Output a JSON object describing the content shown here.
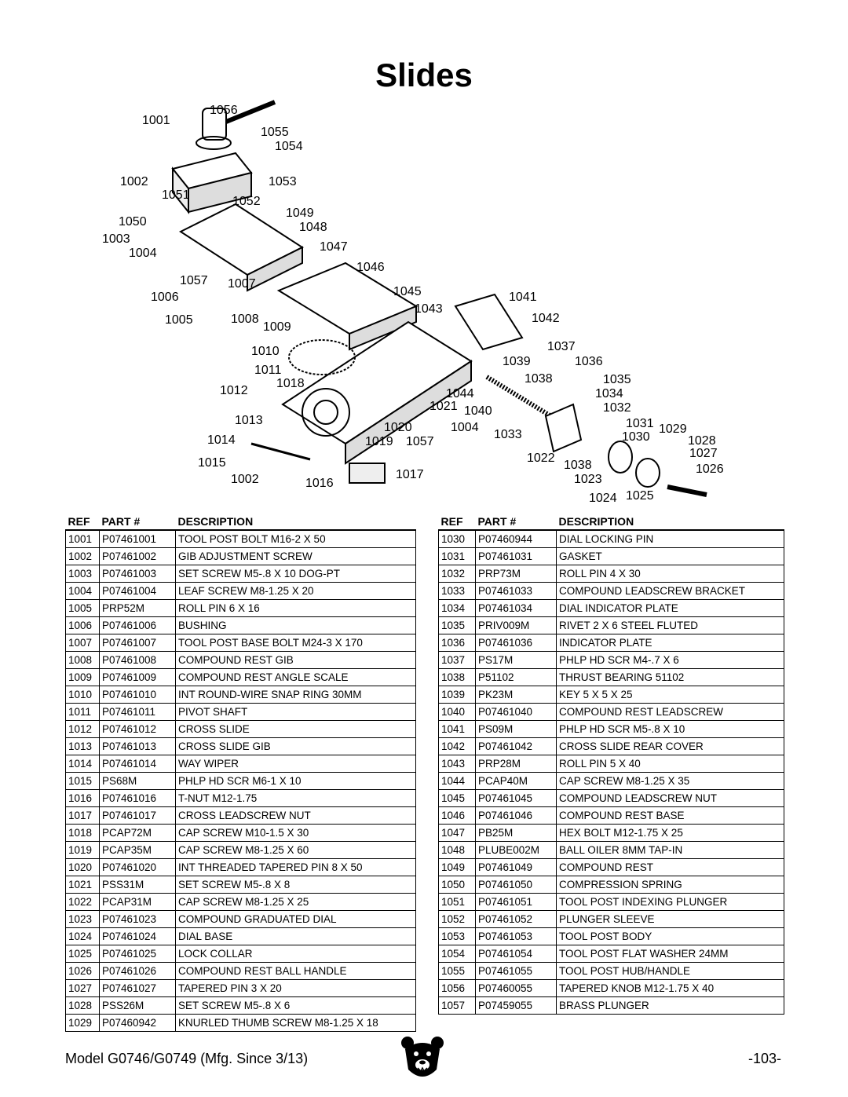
{
  "page_title": "Slides",
  "callouts": [
    "1056",
    "1001",
    "1055",
    "1054",
    "1002",
    "1053",
    "1051",
    "1052",
    "1050",
    "1049",
    "1048",
    "1003",
    "1004",
    "1047",
    "1046",
    "1057",
    "1007",
    "1006",
    "1045",
    "1041",
    "1043",
    "1005",
    "1008",
    "1009",
    "1042",
    "1037",
    "1010",
    "1039",
    "1036",
    "1011",
    "1038",
    "1035",
    "1018",
    "1012",
    "1044",
    "1034",
    "1021",
    "1040",
    "1032",
    "1013",
    "1020",
    "1004",
    "1031",
    "1029",
    "1033",
    "1030",
    "1028",
    "1014",
    "1019",
    "1057",
    "1027",
    "1022",
    "1038",
    "1026",
    "1015",
    "1017",
    "1002",
    "1016",
    "1023",
    "1024",
    "1025"
  ],
  "table_headers": {
    "ref": "REF",
    "part": "PART #",
    "desc": "DESCRIPTION"
  },
  "parts_left": [
    {
      "ref": "1001",
      "part": "P07461001",
      "desc": "TOOL POST BOLT M16-2 X 50"
    },
    {
      "ref": "1002",
      "part": "P07461002",
      "desc": "GIB ADJUSTMENT SCREW"
    },
    {
      "ref": "1003",
      "part": "P07461003",
      "desc": "SET SCREW M5-.8 X 10 DOG-PT"
    },
    {
      "ref": "1004",
      "part": "P07461004",
      "desc": "LEAF SCREW M8-1.25 X 20"
    },
    {
      "ref": "1005",
      "part": "PRP52M",
      "desc": "ROLL PIN 6 X 16"
    },
    {
      "ref": "1006",
      "part": "P07461006",
      "desc": "BUSHING"
    },
    {
      "ref": "1007",
      "part": "P07461007",
      "desc": "TOOL POST BASE BOLT M24-3 X 170"
    },
    {
      "ref": "1008",
      "part": "P07461008",
      "desc": "COMPOUND REST GIB"
    },
    {
      "ref": "1009",
      "part": "P07461009",
      "desc": "COMPOUND REST ANGLE SCALE"
    },
    {
      "ref": "1010",
      "part": "P07461010",
      "desc": "INT ROUND-WIRE SNAP RING 30MM"
    },
    {
      "ref": "1011",
      "part": "P07461011",
      "desc": "PIVOT SHAFT"
    },
    {
      "ref": "1012",
      "part": "P07461012",
      "desc": "CROSS SLIDE"
    },
    {
      "ref": "1013",
      "part": "P07461013",
      "desc": "CROSS SLIDE GIB"
    },
    {
      "ref": "1014",
      "part": "P07461014",
      "desc": "WAY WIPER"
    },
    {
      "ref": "1015",
      "part": "PS68M",
      "desc": "PHLP HD SCR M6-1 X 10"
    },
    {
      "ref": "1016",
      "part": "P07461016",
      "desc": "T-NUT M12-1.75"
    },
    {
      "ref": "1017",
      "part": "P07461017",
      "desc": "CROSS LEADSCREW NUT"
    },
    {
      "ref": "1018",
      "part": "PCAP72M",
      "desc": "CAP SCREW M10-1.5 X 30"
    },
    {
      "ref": "1019",
      "part": "PCAP35M",
      "desc": "CAP SCREW M8-1.25 X 60"
    },
    {
      "ref": "1020",
      "part": "P07461020",
      "desc": "INT THREADED TAPERED PIN 8 X 50"
    },
    {
      "ref": "1021",
      "part": "PSS31M",
      "desc": "SET SCREW M5-.8 X 8"
    },
    {
      "ref": "1022",
      "part": "PCAP31M",
      "desc": "CAP SCREW M8-1.25 X 25"
    },
    {
      "ref": "1023",
      "part": "P07461023",
      "desc": "COMPOUND GRADUATED DIAL"
    },
    {
      "ref": "1024",
      "part": "P07461024",
      "desc": "DIAL BASE"
    },
    {
      "ref": "1025",
      "part": "P07461025",
      "desc": "LOCK COLLAR"
    },
    {
      "ref": "1026",
      "part": "P07461026",
      "desc": "COMPOUND REST BALL HANDLE"
    },
    {
      "ref": "1027",
      "part": "P07461027",
      "desc": "TAPERED PIN 3 X 20"
    },
    {
      "ref": "1028",
      "part": "PSS26M",
      "desc": "SET SCREW M5-.8 X 6"
    },
    {
      "ref": "1029",
      "part": "P07460942",
      "desc": "KNURLED THUMB SCREW M8-1.25 X 18"
    }
  ],
  "parts_right": [
    {
      "ref": "1030",
      "part": "P07460944",
      "desc": "DIAL LOCKING PIN"
    },
    {
      "ref": "1031",
      "part": "P07461031",
      "desc": "GASKET"
    },
    {
      "ref": "1032",
      "part": "PRP73M",
      "desc": "ROLL PIN 4 X 30"
    },
    {
      "ref": "1033",
      "part": "P07461033",
      "desc": "COMPOUND LEADSCREW BRACKET"
    },
    {
      "ref": "1034",
      "part": "P07461034",
      "desc": "DIAL INDICATOR PLATE"
    },
    {
      "ref": "1035",
      "part": "PRIV009M",
      "desc": "RIVET 2 X 6 STEEL FLUTED"
    },
    {
      "ref": "1036",
      "part": "P07461036",
      "desc": "INDICATOR PLATE"
    },
    {
      "ref": "1037",
      "part": "PS17M",
      "desc": "PHLP HD SCR M4-.7 X 6"
    },
    {
      "ref": "1038",
      "part": "P51102",
      "desc": "THRUST BEARING 51102"
    },
    {
      "ref": "1039",
      "part": "PK23M",
      "desc": "KEY 5 X 5 X 25"
    },
    {
      "ref": "1040",
      "part": "P07461040",
      "desc": "COMPOUND REST LEADSCREW"
    },
    {
      "ref": "1041",
      "part": "PS09M",
      "desc": "PHLP HD SCR M5-.8 X 10"
    },
    {
      "ref": "1042",
      "part": "P07461042",
      "desc": "CROSS SLIDE REAR COVER"
    },
    {
      "ref": "1043",
      "part": "PRP28M",
      "desc": "ROLL PIN 5 X 40"
    },
    {
      "ref": "1044",
      "part": "PCAP40M",
      "desc": "CAP SCREW M8-1.25 X 35"
    },
    {
      "ref": "1045",
      "part": "P07461045",
      "desc": "COMPOUND LEADSCREW NUT"
    },
    {
      "ref": "1046",
      "part": "P07461046",
      "desc": "COMPOUND REST BASE"
    },
    {
      "ref": "1047",
      "part": "PB25M",
      "desc": "HEX BOLT M12-1.75 X 25"
    },
    {
      "ref": "1048",
      "part": "PLUBE002M",
      "desc": "BALL OILER 8MM TAP-IN"
    },
    {
      "ref": "1049",
      "part": "P07461049",
      "desc": "COMPOUND REST"
    },
    {
      "ref": "1050",
      "part": "P07461050",
      "desc": "COMPRESSION SPRING"
    },
    {
      "ref": "1051",
      "part": "P07461051",
      "desc": "TOOL POST INDEXING PLUNGER"
    },
    {
      "ref": "1052",
      "part": "P07461052",
      "desc": "PLUNGER SLEEVE"
    },
    {
      "ref": "1053",
      "part": "P07461053",
      "desc": "TOOL POST BODY"
    },
    {
      "ref": "1054",
      "part": "P07461054",
      "desc": "TOOL POST FLAT WASHER 24MM"
    },
    {
      "ref": "1055",
      "part": "P07461055",
      "desc": "TOOL POST HUB/HANDLE"
    },
    {
      "ref": "1056",
      "part": "P07460055",
      "desc": "TAPERED KNOB M12-1.75 X 40"
    },
    {
      "ref": "1057",
      "part": "P07459055",
      "desc": "BRASS PLUNGER"
    }
  ],
  "footer": {
    "model": "Model G0746/G0749 (Mfg. Since 3/13)",
    "page": "-103-"
  },
  "logo_icon": "bear-head-icon"
}
